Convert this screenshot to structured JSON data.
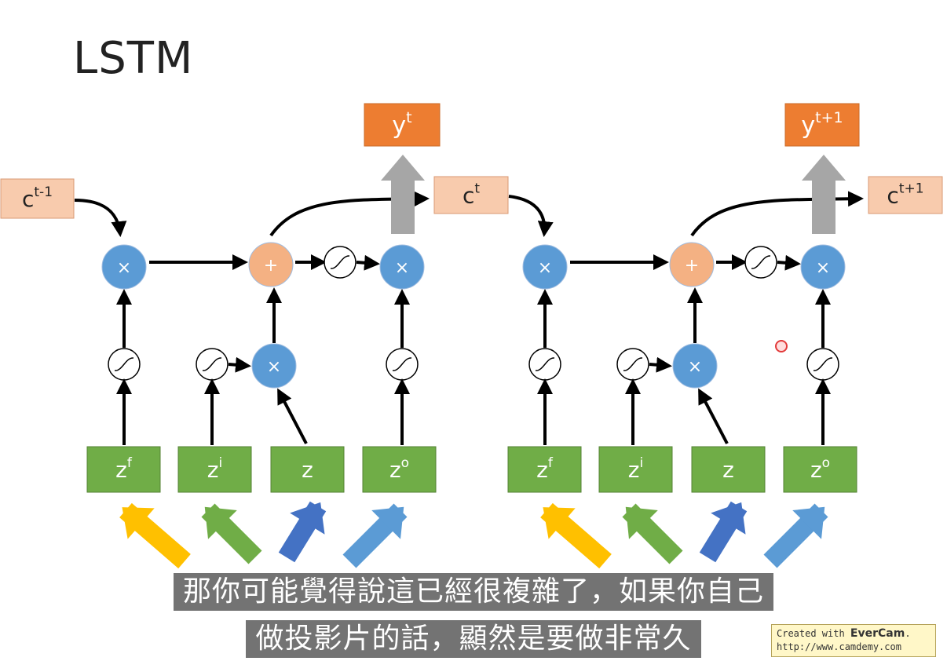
{
  "title": "LSTM",
  "cells": [
    {
      "prev_memory": {
        "base": "c",
        "sup": "t-1"
      },
      "output": {
        "base": "y",
        "sup": "t"
      },
      "new_memory": {
        "base": "c",
        "sup": "t"
      },
      "inputs": [
        {
          "base": "z",
          "sup": "f"
        },
        {
          "base": "z",
          "sup": "i"
        },
        {
          "base": "z",
          "sup": ""
        },
        {
          "base": "z",
          "sup": "o"
        }
      ]
    },
    {
      "prev_memory": null,
      "output": {
        "base": "y",
        "sup": "t+1"
      },
      "new_memory": {
        "base": "c",
        "sup": "t+1"
      },
      "inputs": [
        {
          "base": "z",
          "sup": "f"
        },
        {
          "base": "z",
          "sup": "i"
        },
        {
          "base": "z",
          "sup": ""
        },
        {
          "base": "z",
          "sup": "o"
        }
      ]
    }
  ],
  "operators": {
    "multiply": "×",
    "add": "+"
  },
  "subtitles": {
    "line1": "那你可能覺得說這已經很複雜了，如果你自己",
    "line2": "做投影片的話，顯然是要做非常久"
  },
  "watermark": {
    "prefix": "Created with ",
    "brand": "EverCam",
    "suffix": ".",
    "url": "http://www.camdemy.com"
  },
  "colors": {
    "input_box": "#70ad47",
    "output_box": "#ed7d31",
    "memory_box": "#f8cbad",
    "gate_circle": "#5b9bd5",
    "add_circle": "#f4b183",
    "arrow_yellow": "#ffc000",
    "arrow_green": "#70ad47",
    "arrow_blue": "#4472c4",
    "arrow_lightblue": "#5b9bd5"
  }
}
